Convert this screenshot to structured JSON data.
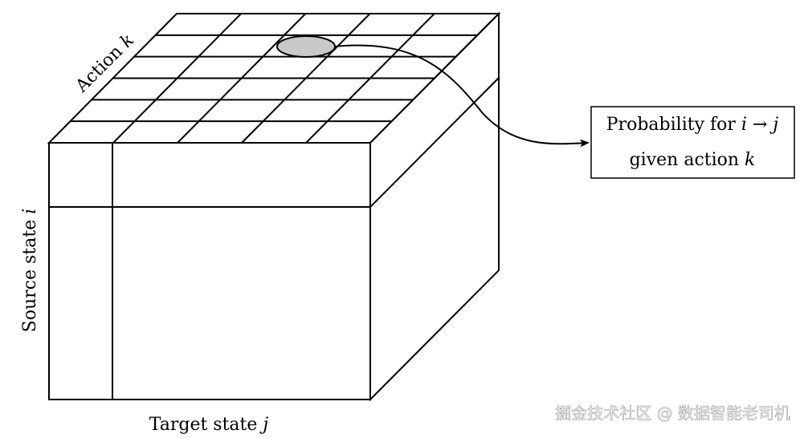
{
  "diagram": {
    "action_label": {
      "text": "Action ",
      "var": "k"
    },
    "source_label": {
      "text": "Source state ",
      "var": "i"
    },
    "target_label": {
      "text": "Target state ",
      "var": "j"
    },
    "callout": {
      "line1_text": "Probability for ",
      "line1_var1": "i",
      "line1_arrow": " → ",
      "line1_var2": "j",
      "line2_text": "given action ",
      "line2_var": "k"
    },
    "highlight_fill": "#c8c8c8",
    "line_color": "#000000"
  },
  "watermark": {
    "text": "掘金技术社区 @ 数据智能老司机"
  }
}
